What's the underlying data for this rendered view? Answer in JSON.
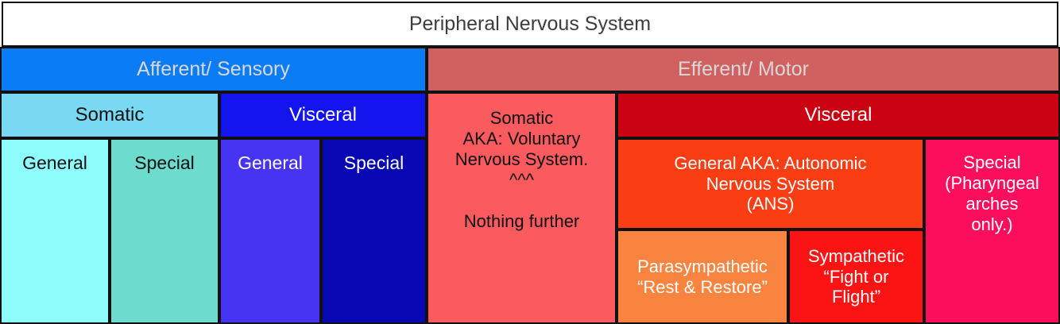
{
  "diagram": {
    "title": "Peripheral Nervous System",
    "type": "hierarchy-tree-map",
    "root": {
      "label": "Peripheral Nervous System",
      "color": "#ffffff",
      "text_color": "#3d3d3d"
    },
    "divisions": [
      {
        "id": "afferent",
        "label": "Afferent/ Sensory",
        "color": "#0a7cf5",
        "text_color": "#d8d8d8"
      },
      {
        "id": "efferent",
        "label": "Efferent/ Motor",
        "color": "#d16060",
        "text_color": "#d8d8d8"
      }
    ],
    "subdivisions": [
      {
        "id": "afferent-somatic",
        "label": "Somatic",
        "color": "#7ad9f2",
        "text_color": "#111111"
      },
      {
        "id": "afferent-visceral",
        "label": "Visceral",
        "color": "#1414ee",
        "text_color": "#ffffff"
      },
      {
        "id": "efferent-somatic",
        "label": "Somatic\nAKA: Voluntary\nNervous System.\n^^^\n\nNothing further",
        "color": "#fb5a5f",
        "text_color": "#111111"
      },
      {
        "id": "efferent-visceral",
        "label": "Visceral",
        "color": "#ca0212",
        "text_color": "#ffffff"
      }
    ],
    "leaves": [
      {
        "id": "afferent-somatic-general",
        "label": "General",
        "color": "#8ffcfc",
        "text_color": "#111111"
      },
      {
        "id": "afferent-somatic-special",
        "label": "Special",
        "color": "#6ddbcd",
        "text_color": "#111111"
      },
      {
        "id": "afferent-visceral-general",
        "label": "General",
        "color": "#4733f2",
        "text_color": "#ffffff"
      },
      {
        "id": "afferent-visceral-special",
        "label": "Special",
        "color": "#0707b4",
        "text_color": "#ffffff"
      },
      {
        "id": "autonomic-nervous-system",
        "label": "General AKA: Autonomic\nNervous System\n(ANS)",
        "color": "#fb3d14",
        "text_color": "#ffffff"
      },
      {
        "id": "efferent-visceral-special",
        "label": "Special\n(Pharyngeal\narches\nonly.)",
        "color": "#fb0f5c",
        "text_color": "#ffffff"
      },
      {
        "id": "parasympathetic",
        "label": "Parasympathetic\n“Rest & Restore”",
        "color": "#f9843f",
        "text_color": "#ffffff"
      },
      {
        "id": "sympathetic",
        "label": "Sympathetic\n“Fight or\nFlight”",
        "color": "#fc1414",
        "text_color": "#ffffff"
      }
    ],
    "border_color": "#111111"
  }
}
